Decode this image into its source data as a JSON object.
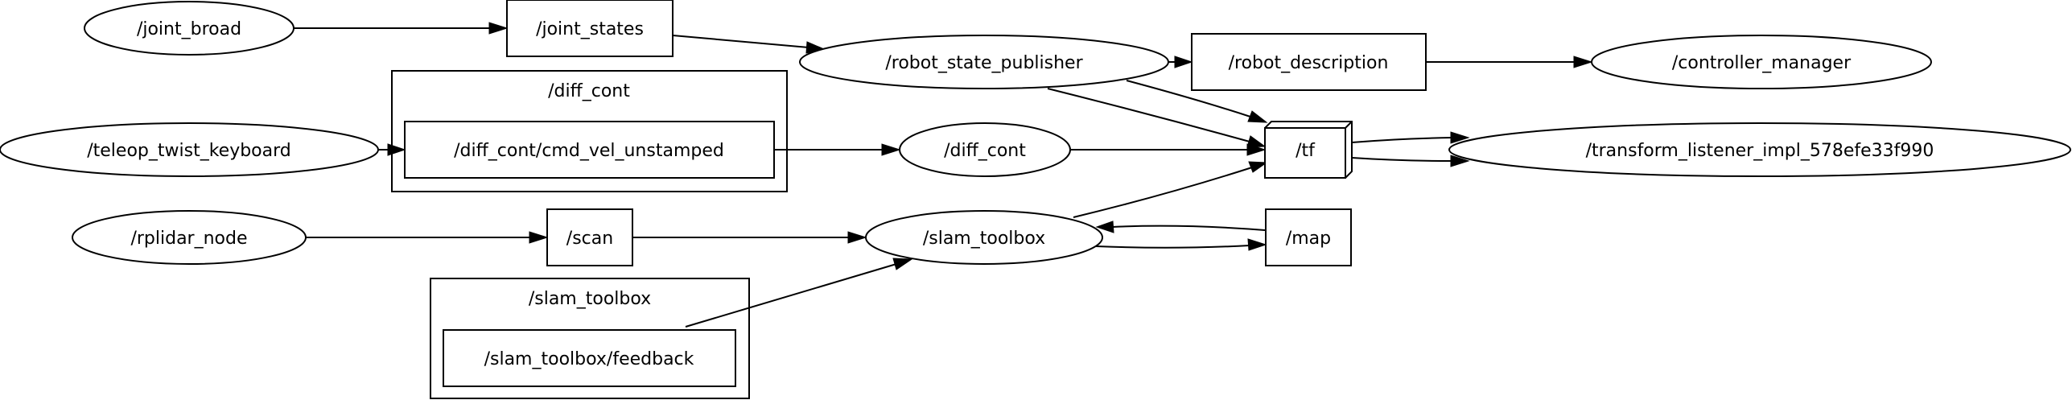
{
  "graph": {
    "clusters": {
      "diff_cont": "/diff_cont",
      "slam_toolbox": "/slam_toolbox"
    },
    "nodes": {
      "joint_broad": "/joint_broad",
      "joint_states": "/joint_states",
      "robot_state_publisher": "/robot_state_publisher",
      "robot_description": "/robot_description",
      "controller_manager": "/controller_manager",
      "teleop_twist_keyboard": "/teleop_twist_keyboard",
      "diff_cont_cmd_vel_unstamped": "/diff_cont/cmd_vel_unstamped",
      "diff_cont": "/diff_cont",
      "tf": "/tf",
      "transform_listener": "/transform_listener_impl_578efe33f990",
      "rplidar_node": "/rplidar_node",
      "scan": "/scan",
      "slam_toolbox": "/slam_toolbox",
      "map": "/map",
      "slam_toolbox_feedback": "/slam_toolbox/feedback"
    },
    "edges": [
      {
        "from": "/joint_broad",
        "to": "/joint_states"
      },
      {
        "from": "/joint_states",
        "to": "/robot_state_publisher"
      },
      {
        "from": "/robot_state_publisher",
        "to": "/robot_description"
      },
      {
        "from": "/robot_description",
        "to": "/controller_manager"
      },
      {
        "from": "/robot_state_publisher",
        "to": "/tf"
      },
      {
        "from": "/robot_state_publisher",
        "to": "/tf"
      },
      {
        "from": "/teleop_twist_keyboard",
        "to": "/diff_cont/cmd_vel_unstamped"
      },
      {
        "from": "/diff_cont/cmd_vel_unstamped",
        "to": "/diff_cont"
      },
      {
        "from": "/diff_cont",
        "to": "/tf"
      },
      {
        "from": "/tf",
        "to": "/transform_listener_impl_578efe33f990"
      },
      {
        "from": "/tf",
        "to": "/transform_listener_impl_578efe33f990"
      },
      {
        "from": "/rplidar_node",
        "to": "/scan"
      },
      {
        "from": "/scan",
        "to": "/slam_toolbox"
      },
      {
        "from": "/slam_toolbox",
        "to": "/tf"
      },
      {
        "from": "/slam_toolbox",
        "to": "/map"
      },
      {
        "from": "/map",
        "to": "/slam_toolbox"
      },
      {
        "from": "/slam_toolbox/feedback",
        "to": "/slam_toolbox"
      }
    ]
  }
}
